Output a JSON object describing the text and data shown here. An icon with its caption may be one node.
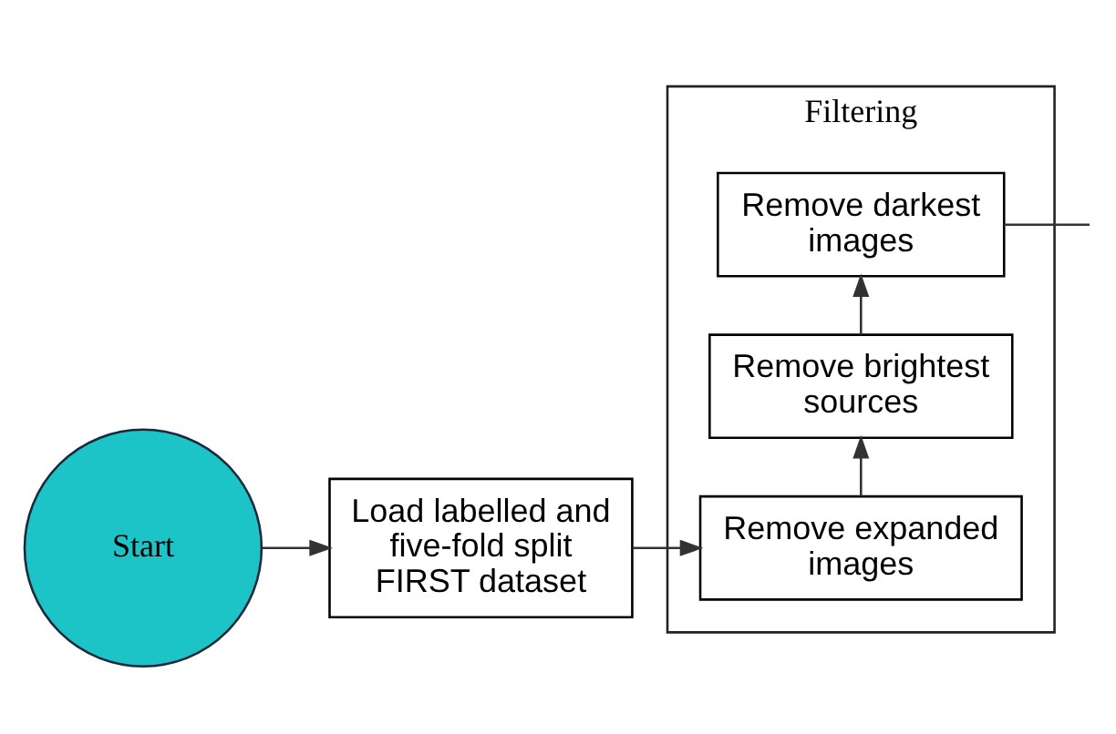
{
  "diagram": {
    "nodes": [
      {
        "text": [
          "Start"
        ]
      },
      {
        "text": [
          "Load labelled and five-fold split FIRST dataset"
        ]
      },
      {
        "text": [
          "Filtering"
        ]
      },
      {
        "text": [
          "Remove expanded images"
        ],
        "in": 2
      },
      {
        "text": [
          "Remove brightest sources"
        ],
        "in": 2
      },
      {
        "text": [
          "Remove darkest images"
        ],
        "in": 2
      }
    ],
    "edges": [
      {
        "from": 0,
        "to": 1,
        "arrow": "to"
      },
      {
        "from": 1,
        "to": 3,
        "arrow": "to"
      },
      {
        "from": 3,
        "to": 4,
        "arrow": "to"
      },
      {
        "from": 4,
        "to": 5,
        "arrow": "to"
      },
      {
        "from": 5,
        "to": null,
        "arrow": "none"
      }
    ]
  }
}
